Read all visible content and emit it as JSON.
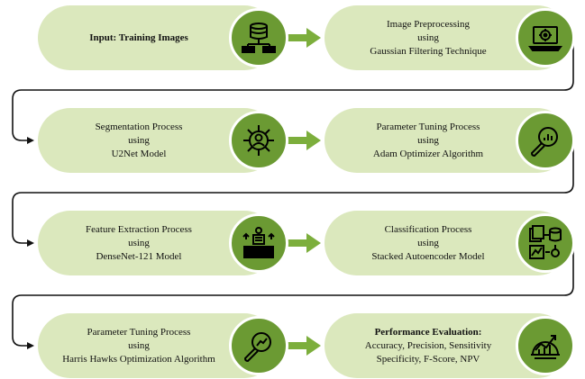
{
  "colors": {
    "pill_fill": "#dbe8bd",
    "icon_fill": "#6b9a33",
    "arrow_green": "#7cae3c",
    "connector": "#111111"
  },
  "steps": [
    {
      "lines": [
        "Input: Training Images"
      ],
      "bold": true,
      "icon": "database-server-icon"
    },
    {
      "lines": [
        "Image Preprocessing",
        "using",
        "Gaussian Filtering Technique"
      ],
      "icon": "laptop-gear-icon"
    },
    {
      "lines": [
        "Segmentation Process",
        "using",
        "U2Net Model"
      ],
      "icon": "person-network-icon"
    },
    {
      "lines": [
        "Parameter Tuning Process",
        "using",
        "Adam Optimizer Algorithm"
      ],
      "icon": "wrench-chart-icon"
    },
    {
      "lines": [
        "Feature Extraction Process",
        "using",
        "DenseNet-121 Model"
      ],
      "icon": "data-extraction-icon"
    },
    {
      "lines": [
        "Classification Process",
        "using",
        "Stacked Autoencoder Model"
      ],
      "icon": "data-classification-icon"
    },
    {
      "lines": [
        "Parameter Tuning Process",
        "using",
        "Harris Hawks Optimization Algorithm"
      ],
      "icon": "wrench-chart-icon"
    },
    {
      "lines": [
        "Performance Evaluation:",
        "Accuracy, Precision, Sensitivity",
        "Specificity, F-Score,  NPV"
      ],
      "icon": "gear-growth-chart-icon"
    }
  ]
}
